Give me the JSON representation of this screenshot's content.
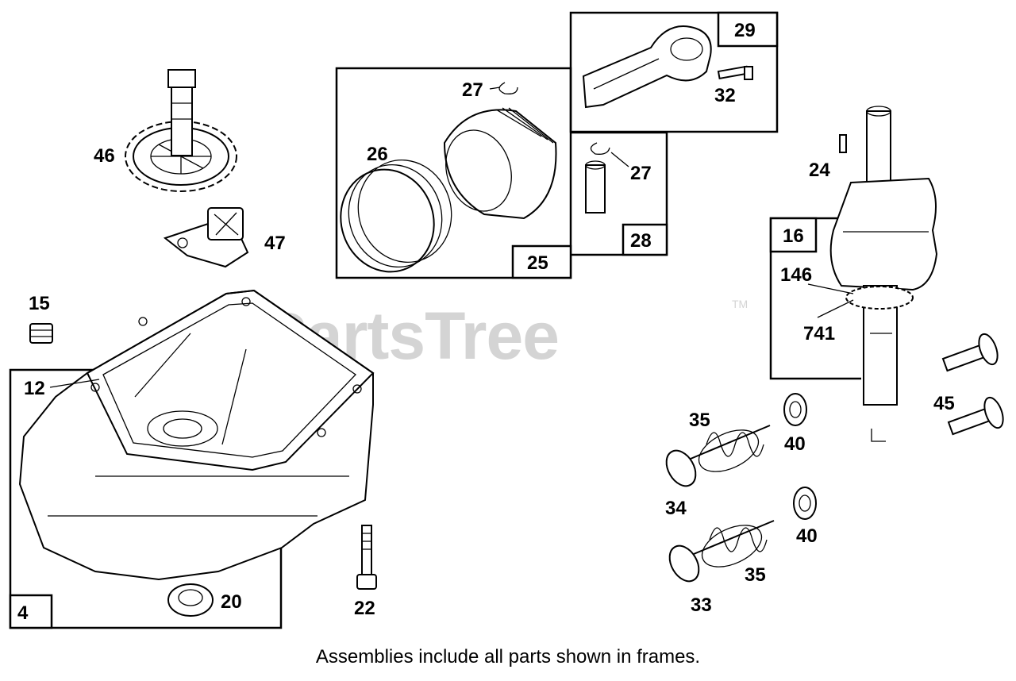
{
  "watermark": {
    "text": "PartsTree",
    "trademark": "TM"
  },
  "caption": "Assemblies include all parts shown in frames.",
  "frames": [
    {
      "id": "frame-4",
      "number": "4"
    },
    {
      "id": "frame-25",
      "number": "25"
    },
    {
      "id": "frame-28",
      "number": "28"
    },
    {
      "id": "frame-29",
      "number": "29"
    },
    {
      "id": "frame-16",
      "number": "16"
    }
  ],
  "callouts": [
    {
      "id": "46",
      "text": "46"
    },
    {
      "id": "47",
      "text": "47"
    },
    {
      "id": "15",
      "text": "15"
    },
    {
      "id": "12",
      "text": "12"
    },
    {
      "id": "20",
      "text": "20"
    },
    {
      "id": "22",
      "text": "22"
    },
    {
      "id": "27a",
      "text": "27"
    },
    {
      "id": "26",
      "text": "26"
    },
    {
      "id": "32",
      "text": "32"
    },
    {
      "id": "27b",
      "text": "27"
    },
    {
      "id": "24",
      "text": "24"
    },
    {
      "id": "146",
      "text": "146"
    },
    {
      "id": "741",
      "text": "741"
    },
    {
      "id": "45",
      "text": "45"
    },
    {
      "id": "35a",
      "text": "35"
    },
    {
      "id": "40a",
      "text": "40"
    },
    {
      "id": "34",
      "text": "34"
    },
    {
      "id": "40b",
      "text": "40"
    },
    {
      "id": "35b",
      "text": "35"
    },
    {
      "id": "33",
      "text": "33"
    }
  ]
}
